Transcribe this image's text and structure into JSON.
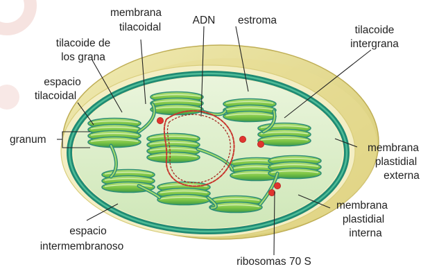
{
  "diagram": {
    "structure": "chloroplast cross-section",
    "colors": {
      "outer_membrane": "#e3d98a",
      "outer_membrane_dark": "#cfc36a",
      "intermembrane_ring": "#f2edc0",
      "inner_membrane": "#1f8a73",
      "inner_membrane_light": "#3fb08e",
      "stroma": "#dff0cf",
      "thylakoid": "#8fcf50",
      "thylakoid_dark": "#2f8f77",
      "dna": "#c8352d",
      "ribosome": "#e0342f",
      "leader_line": "#222222",
      "label_text": "#222222",
      "watermark": "#f6e3e0"
    },
    "labels": {
      "membrana_tilacoidal_1": "membrana",
      "membrana_tilacoidal_2": "tilacoidal",
      "adn": "ADN",
      "estroma": "estroma",
      "tilacoide_intergrana_1": "tilacoide",
      "tilacoide_intergrana_2": "intergrana",
      "tilacoide_grana_1": "tilacoide de",
      "tilacoide_grana_2": "los grana",
      "espacio_tilacoidal_1": "espacio",
      "espacio_tilacoidal_2": "tilacoidal",
      "granum": "granum",
      "membrana_externa_1": "membrana",
      "membrana_externa_2": "plastidial",
      "membrana_externa_3": "externa",
      "membrana_interna_1": "membrana",
      "membrana_interna_2": "plastidial",
      "membrana_interna_3": "interna",
      "espacio_intermembranoso_1": "espacio",
      "espacio_intermembranoso_2": "intermembranoso",
      "ribosomas": "ribosomas 70 S"
    }
  }
}
